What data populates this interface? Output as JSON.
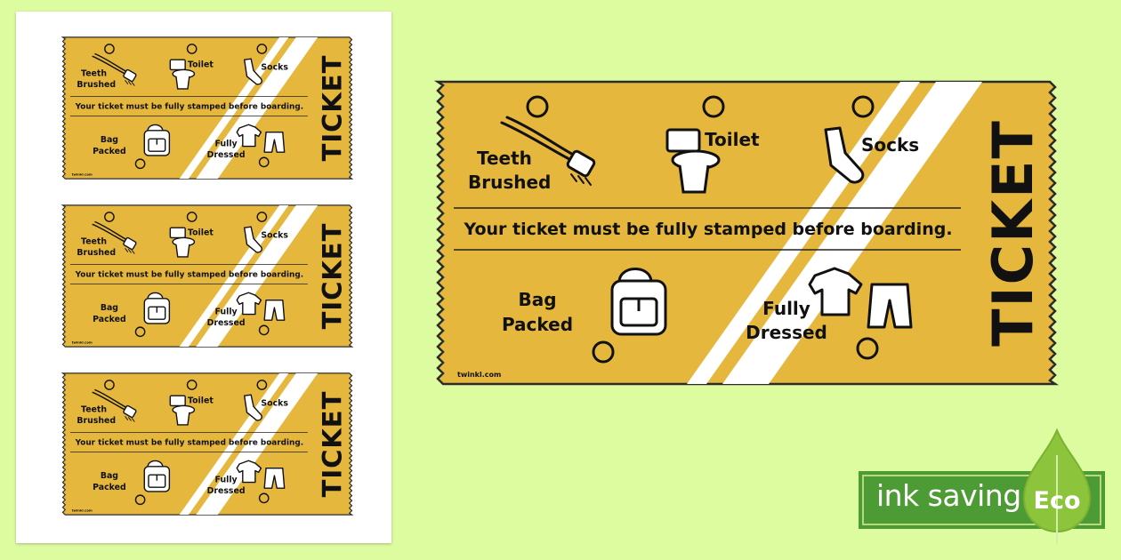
{
  "ticket": {
    "teeth_1": "Teeth",
    "teeth_2": "Brushed",
    "toilet": "Toilet",
    "socks": "Socks",
    "instruction": "Your ticket must be fully stamped before boarding.",
    "bag_1": "Bag",
    "bag_2": "Packed",
    "dressed_1": "Fully",
    "dressed_2": "Dressed",
    "title": "TICKET",
    "watermark": "twinkl.com"
  },
  "badge": {
    "label": "ink saving",
    "eco": "Eco"
  },
  "colors": {
    "background": "#ddfca0",
    "ticket_fill": "#e6b73d",
    "badge_green": "#4d9b34",
    "leaf_green": "#8cc43c"
  },
  "icons": [
    "toothbrush-icon",
    "toilet-icon",
    "sock-icon",
    "backpack-icon",
    "tshirt-icon",
    "shorts-icon",
    "leaf-icon"
  ]
}
